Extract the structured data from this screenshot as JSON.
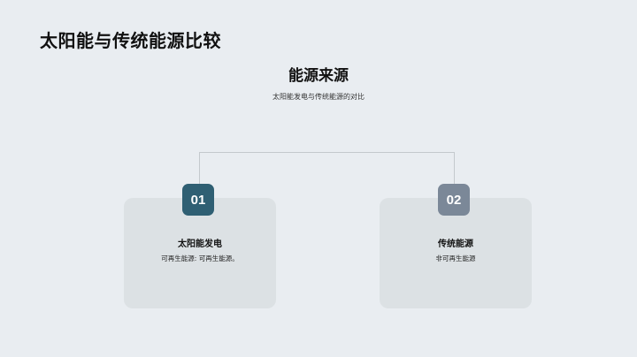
{
  "slide": {
    "title": "太阳能与传统能源比较"
  },
  "section": {
    "title": "能源来源",
    "subtitle": "太阳能发电与传统能源的对比"
  },
  "cards": [
    {
      "number": "01",
      "heading": "太阳能发电",
      "text": "可再生能源: 可再生能源。",
      "badge_color": "#2f5f73"
    },
    {
      "number": "02",
      "heading": "传统能源",
      "text": "非可再生能源",
      "badge_color": "#7b8898"
    }
  ],
  "colors": {
    "background": "#e9edf1",
    "card_background": "#dce1e4",
    "connector": "#c4c9cd"
  }
}
